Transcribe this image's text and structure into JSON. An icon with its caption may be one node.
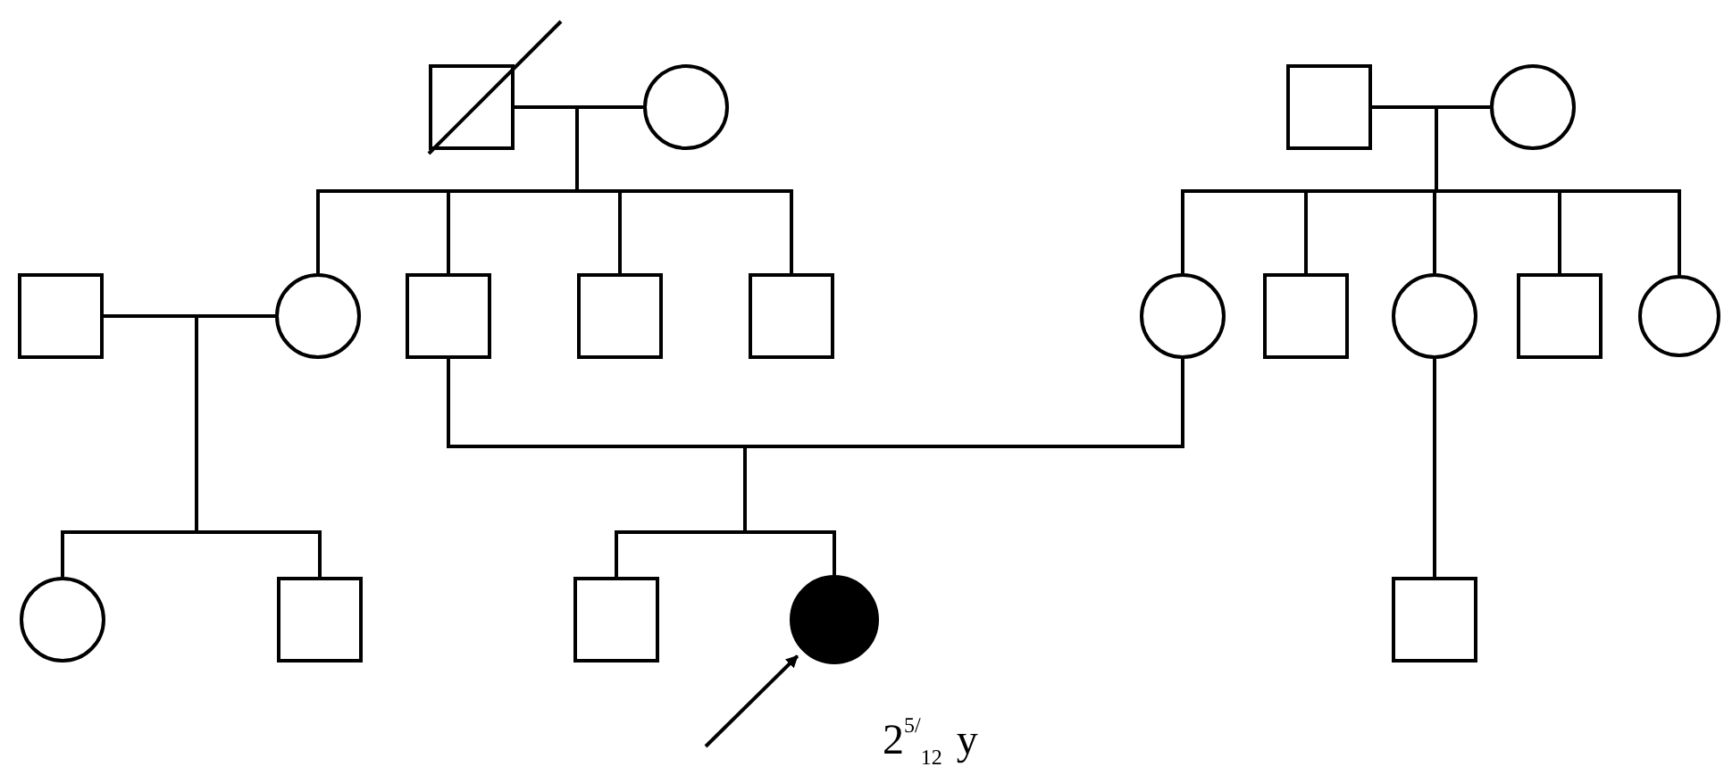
{
  "diagram": {
    "nodes": [
      {
        "text": [],
        "shape": "box"
      },
      {
        "text": [],
        "shape": "circle"
      },
      {
        "text": [],
        "shape": "box"
      },
      {
        "text": [],
        "shape": "circle"
      },
      {
        "text": [],
        "shape": "box"
      },
      {
        "text": [],
        "shape": "circle"
      },
      {
        "text": [],
        "shape": "box"
      },
      {
        "text": [],
        "shape": "box"
      },
      {
        "text": [],
        "shape": "box"
      },
      {
        "text": [],
        "shape": "circle"
      },
      {
        "text": [],
        "shape": "box"
      },
      {
        "text": [],
        "shape": "circle"
      },
      {
        "text": [],
        "shape": "box"
      },
      {
        "text": [],
        "shape": "circle"
      },
      {
        "text": [],
        "shape": "circle"
      },
      {
        "text": [],
        "shape": "box"
      },
      {
        "text": [],
        "shape": "box"
      },
      {
        "text": [],
        "shape": "circle",
        "beside": [
          "2$^{5/}$$_{12}$ y"
        ]
      },
      {
        "text": [],
        "shape": "box"
      }
    ],
    "edges": [
      {
        "from": 0,
        "to": 1,
        "arrow": "none"
      },
      {
        "from": 0,
        "to": 5,
        "arrow": "none"
      },
      {
        "from": 1,
        "to": 5,
        "arrow": "none"
      },
      {
        "from": 0,
        "to": 6,
        "arrow": "none"
      },
      {
        "from": 1,
        "to": 6,
        "arrow": "none"
      },
      {
        "from": 0,
        "to": 7,
        "arrow": "none"
      },
      {
        "from": 1,
        "to": 7,
        "arrow": "none"
      },
      {
        "from": 0,
        "to": 8,
        "arrow": "none"
      },
      {
        "from": 1,
        "to": 8,
        "arrow": "none"
      },
      {
        "from": 2,
        "to": 3,
        "arrow": "none"
      },
      {
        "from": 2,
        "to": 9,
        "arrow": "none"
      },
      {
        "from": 3,
        "to": 9,
        "arrow": "none"
      },
      {
        "from": 2,
        "to": 10,
        "arrow": "none"
      },
      {
        "from": 3,
        "to": 10,
        "arrow": "none"
      },
      {
        "from": 2,
        "to": 11,
        "arrow": "none"
      },
      {
        "from": 3,
        "to": 11,
        "arrow": "none"
      },
      {
        "from": 2,
        "to": 12,
        "arrow": "none"
      },
      {
        "from": 3,
        "to": 12,
        "arrow": "none"
      },
      {
        "from": 2,
        "to": 13,
        "arrow": "none"
      },
      {
        "from": 3,
        "to": 13,
        "arrow": "none"
      },
      {
        "from": 4,
        "to": 5,
        "arrow": "none"
      },
      {
        "from": 4,
        "to": 14,
        "arrow": "none"
      },
      {
        "from": 5,
        "to": 14,
        "arrow": "none"
      },
      {
        "from": 4,
        "to": 15,
        "arrow": "none"
      },
      {
        "from": 5,
        "to": 15,
        "arrow": "none"
      },
      {
        "from": 6,
        "to": 9,
        "arrow": "none"
      },
      {
        "from": 6,
        "to": 16,
        "arrow": "none"
      },
      {
        "from": 9,
        "to": 16,
        "arrow": "none"
      },
      {
        "from": 6,
        "to": 17,
        "arrow": "none"
      },
      {
        "from": 9,
        "to": 17,
        "arrow": "none"
      },
      {
        "from": 11,
        "to": 18,
        "arrow": "none"
      },
      {
        "from": null,
        "to": 17,
        "arrow": "to"
      }
    ]
  }
}
